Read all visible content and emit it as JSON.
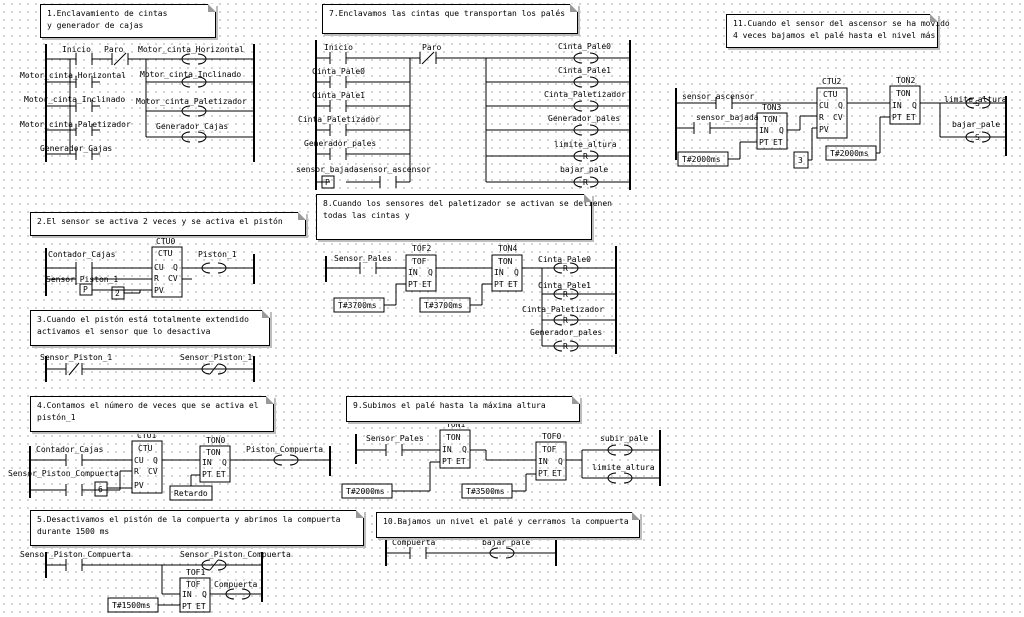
{
  "notes": {
    "n1": "1.Enclavamiento de cintas\ny generador de cajas",
    "n2": "2.El sensor se activa 2 veces y se activa el pistón",
    "n3": "3.Cuando el pistón está totalmente extendido\nactivamos el sensor que lo desactiva",
    "n4": "4.Contamos el número de veces que se activa el\npistón_1",
    "n5": "5.Desactivamos el pistón de la compuerta y abrimos la compuerta\ndurante 1500 ms",
    "n7": "7.Enclavamos las cintas que transportan los palés",
    "n8": "8.Cuando los sensores del paletizador se activan se detienen\ntodas las cintas y",
    "n9": "9.Subimos el palé hasta la máxima altura",
    "n10": "10.Bajamos un nivel el palé y cerramos la compuerta",
    "n11": "11.Cuando el sensor del ascensor se ha movido\n4 veces bajamos el palé hasta el nivel más"
  },
  "labels": {
    "inicio": "Inicio",
    "paro": "Paro",
    "motor_cinta_horizontal": "Motor_cinta_Horizontal",
    "motor_cinta_inclinado": "Motor_cinta_Inclinado",
    "motor_cinta_paletizador": "Motor_cinta_Paletizador",
    "generador_cajas": "Generador_Cajas",
    "contador_cajas": "Contador_Cajas",
    "sensor_piston_1_mixed": "Sensor_Piston_1",
    "sensor_piston_1": "Sensor_Piston_1",
    "piston_1": "Piston_1",
    "p": "P",
    "sensor_piston_compuerta": "Sensor_Piston_Compuerta",
    "piston_compuerta": "Piston_Compuerta",
    "retardo": "Retardo",
    "compuerta": "Compuerta",
    "cinta_pale0": "Cinta_Pale0",
    "cinta_pale1": "Cinta_Pale1",
    "cinta_paletizador": "Cinta_Paletizador",
    "generador_pales": "Generador_pales",
    "generador_pales_coil": "Generador_pales",
    "limite_altura": "limite_altura",
    "bajar_pale": "bajar_pale",
    "sensor_bajada_ascensor": "sensor_bajadasensor_ascensor",
    "sensor_pales": "Sensor_Pales",
    "sensor_pales_9": "Sensor_Pales",
    "subir_pale": "subir_pale",
    "sensor_ascensor": "sensor_ascensor",
    "sensor_bajada": "sensor_bajada",
    "t3700": "T#3700ms",
    "t2000": "T#2000ms",
    "t3500": "T#3500ms",
    "t1500": "T#1500ms",
    "n2": "2",
    "n3": "3",
    "n6": "6",
    "coil_r": "R",
    "coil_s": "S",
    "ctu": "CTU",
    "ton": "TON",
    "tof": "TOF",
    "ctu0": "CTU0",
    "ctu1": "CTU1",
    "ctu2": "CTU2",
    "ton0": "TON0",
    "ton1": "TON1",
    "ton2": "TON2",
    "ton3": "TON3",
    "ton4": "TON4",
    "tof0": "TOF0",
    "tof1": "TOF1",
    "tof2": "TOF2",
    "pin_cu": "CU",
    "pin_q": "Q",
    "pin_r": "R",
    "pin_cv": "CV",
    "pin_pv": "PV",
    "pin_in": "IN",
    "pin_pt": "PT",
    "pin_et": "ET"
  }
}
